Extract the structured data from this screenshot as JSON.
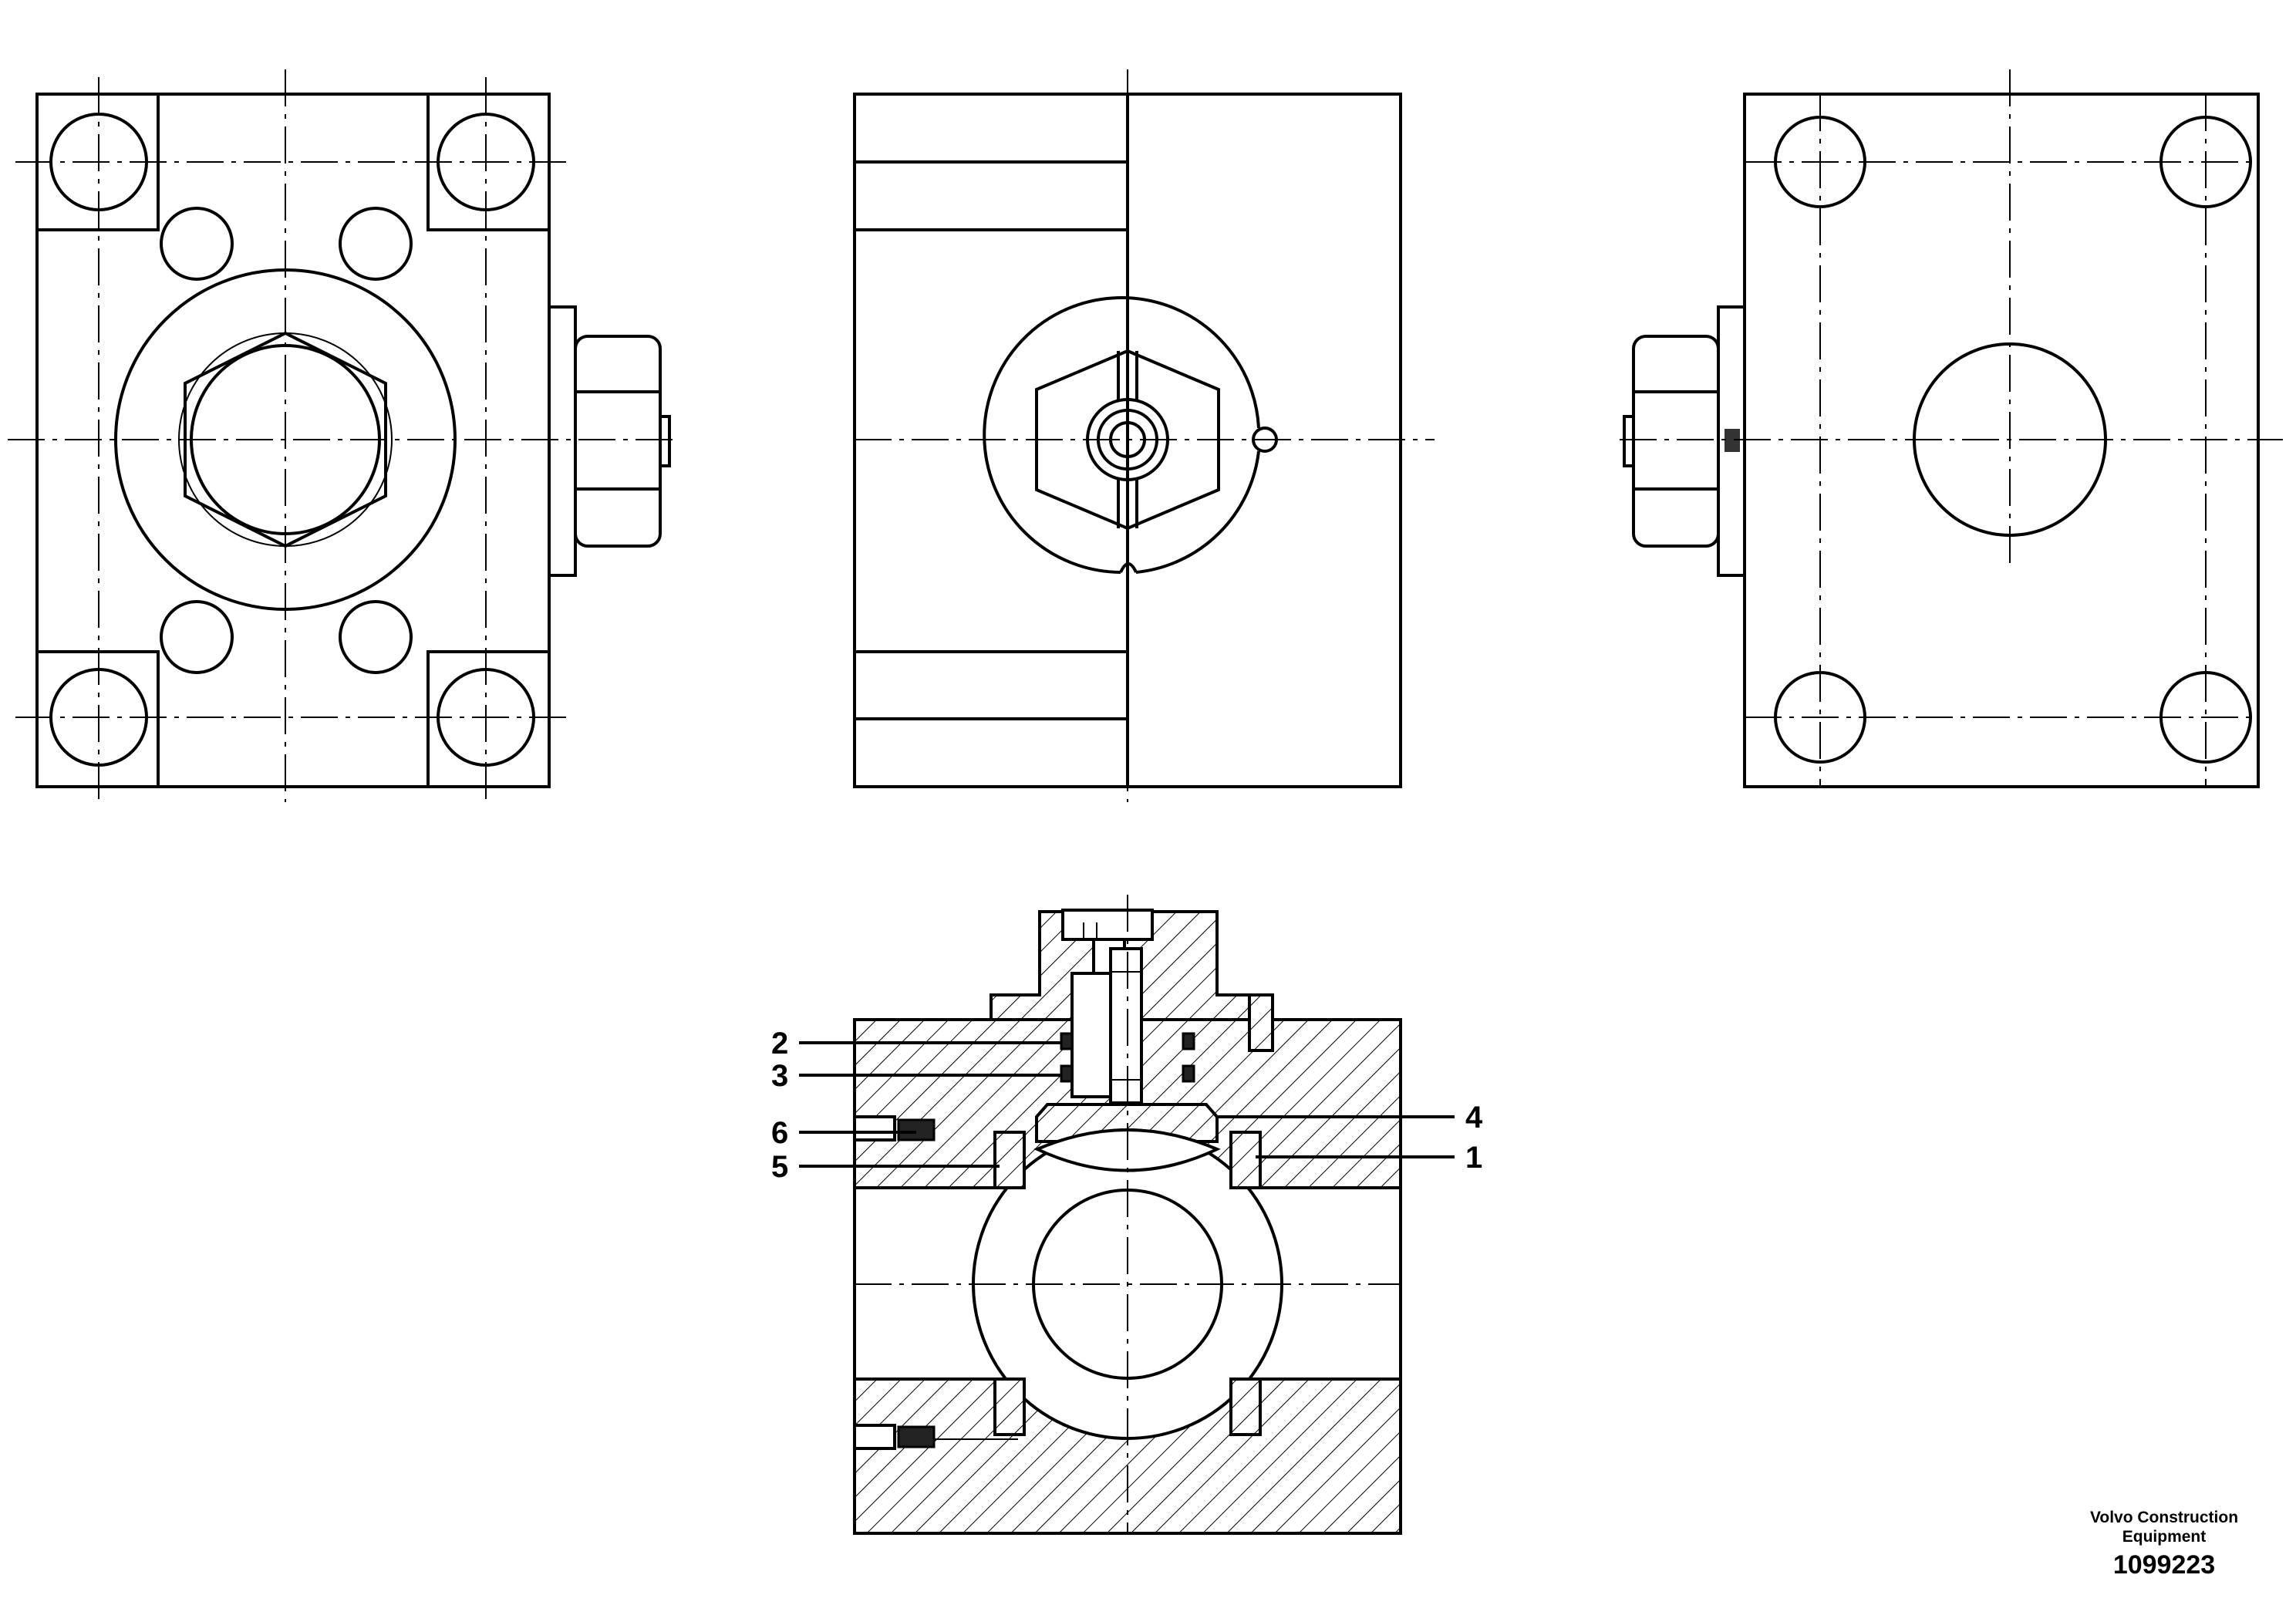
{
  "callouts": {
    "c1": "1",
    "c2": "2",
    "c3": "3",
    "c4": "4",
    "c5": "5",
    "c6": "6"
  },
  "title_block": {
    "brand_line1": "Volvo Construction",
    "brand_line2": "Equipment",
    "document_number": "1099223"
  }
}
